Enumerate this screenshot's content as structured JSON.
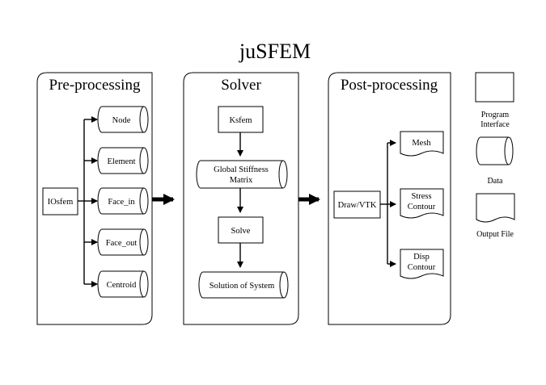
{
  "title": "juSFEM",
  "panels": {
    "pre": {
      "title": "Pre-processing",
      "source": "IOsfem",
      "outputs": [
        "Node",
        "Element",
        "Face_in",
        "Face_out",
        "Centroid"
      ]
    },
    "solver": {
      "title": "Solver",
      "program": "Ksfem",
      "matrix": [
        "Global Stiffness",
        "Matrix"
      ],
      "solve": "Solve",
      "solution": "Solution of System"
    },
    "post": {
      "title": "Post-processing",
      "source": "Draw/VTK",
      "files": [
        {
          "lines": [
            "Mesh"
          ]
        },
        {
          "lines": [
            "Stress",
            "Contour"
          ]
        },
        {
          "lines": [
            "Disp",
            "Contour"
          ]
        }
      ]
    }
  },
  "legend": {
    "program": [
      "Program",
      "Interface"
    ],
    "data": "Data",
    "output": "Output File"
  }
}
